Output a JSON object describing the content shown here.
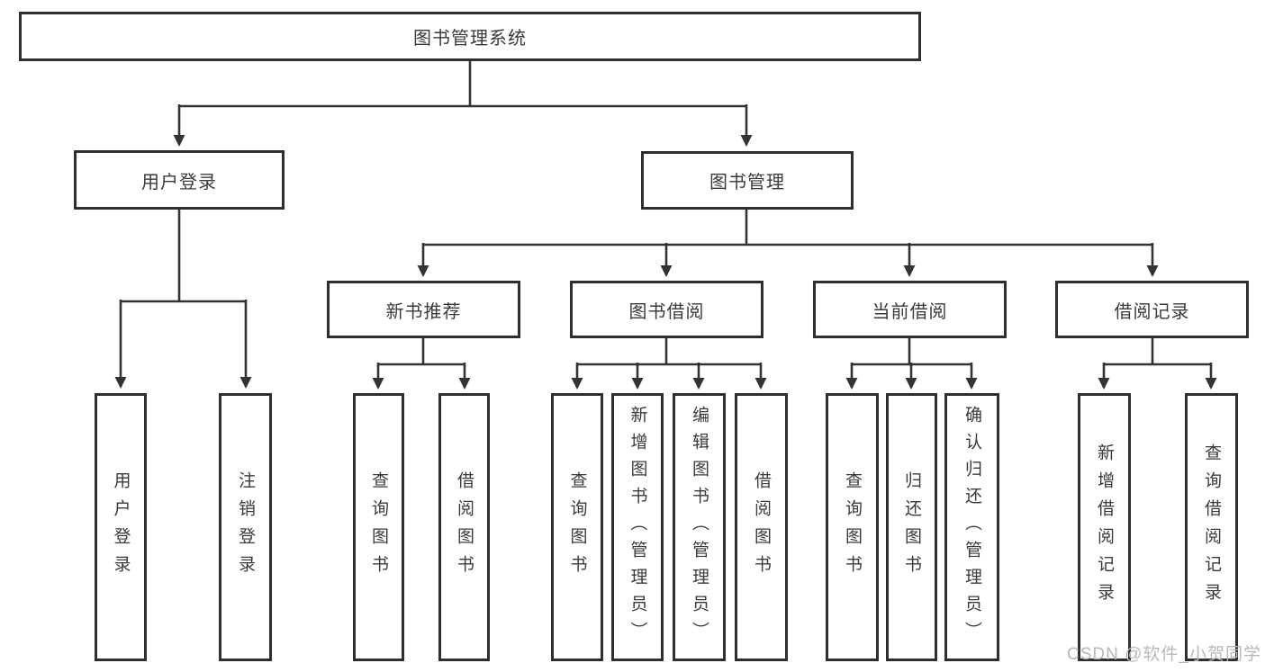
{
  "nodes": {
    "root": {
      "label": "图书管理系统"
    },
    "level2": [
      {
        "id": "user-login",
        "label": "用户登录"
      },
      {
        "id": "book-management",
        "label": "图书管理"
      }
    ],
    "level3": [
      {
        "id": "new-book-recommend",
        "parent": "图书管理",
        "label": "新书推荐"
      },
      {
        "id": "book-borrow",
        "parent": "图书管理",
        "label": "图书借阅"
      },
      {
        "id": "current-borrow",
        "parent": "图书管理",
        "label": "当前借阅"
      },
      {
        "id": "borrow-records",
        "parent": "图书管理",
        "label": "借阅记录"
      }
    ],
    "leaves": [
      {
        "parent": "用户登录",
        "label": "用户登录"
      },
      {
        "parent": "用户登录",
        "label": "注销登录"
      },
      {
        "parent": "新书推荐",
        "label": "查询图书"
      },
      {
        "parent": "新书推荐",
        "label": "借阅图书"
      },
      {
        "parent": "图书借阅",
        "label": "查询图书"
      },
      {
        "parent": "图书借阅",
        "label": "新增图书（管理员）"
      },
      {
        "parent": "图书借阅",
        "label": "编辑图书（管理员）"
      },
      {
        "parent": "图书借阅",
        "label": "借阅图书"
      },
      {
        "parent": "当前借阅",
        "label": "查询图书"
      },
      {
        "parent": "当前借阅",
        "label": "归还图书"
      },
      {
        "parent": "当前借阅",
        "label": "确认归还（管理员）"
      },
      {
        "parent": "借阅记录",
        "label": "新增借阅记录"
      },
      {
        "parent": "借阅记录",
        "label": "查询借阅记录"
      }
    ]
  },
  "watermark": "CSDN @软件_小贺同学",
  "colors": {
    "line": "#333333",
    "box_border": "#2f2f2f",
    "box_fill": "#ffffff",
    "text": "#3a3a3a",
    "watermark": "#b8b8b8"
  }
}
